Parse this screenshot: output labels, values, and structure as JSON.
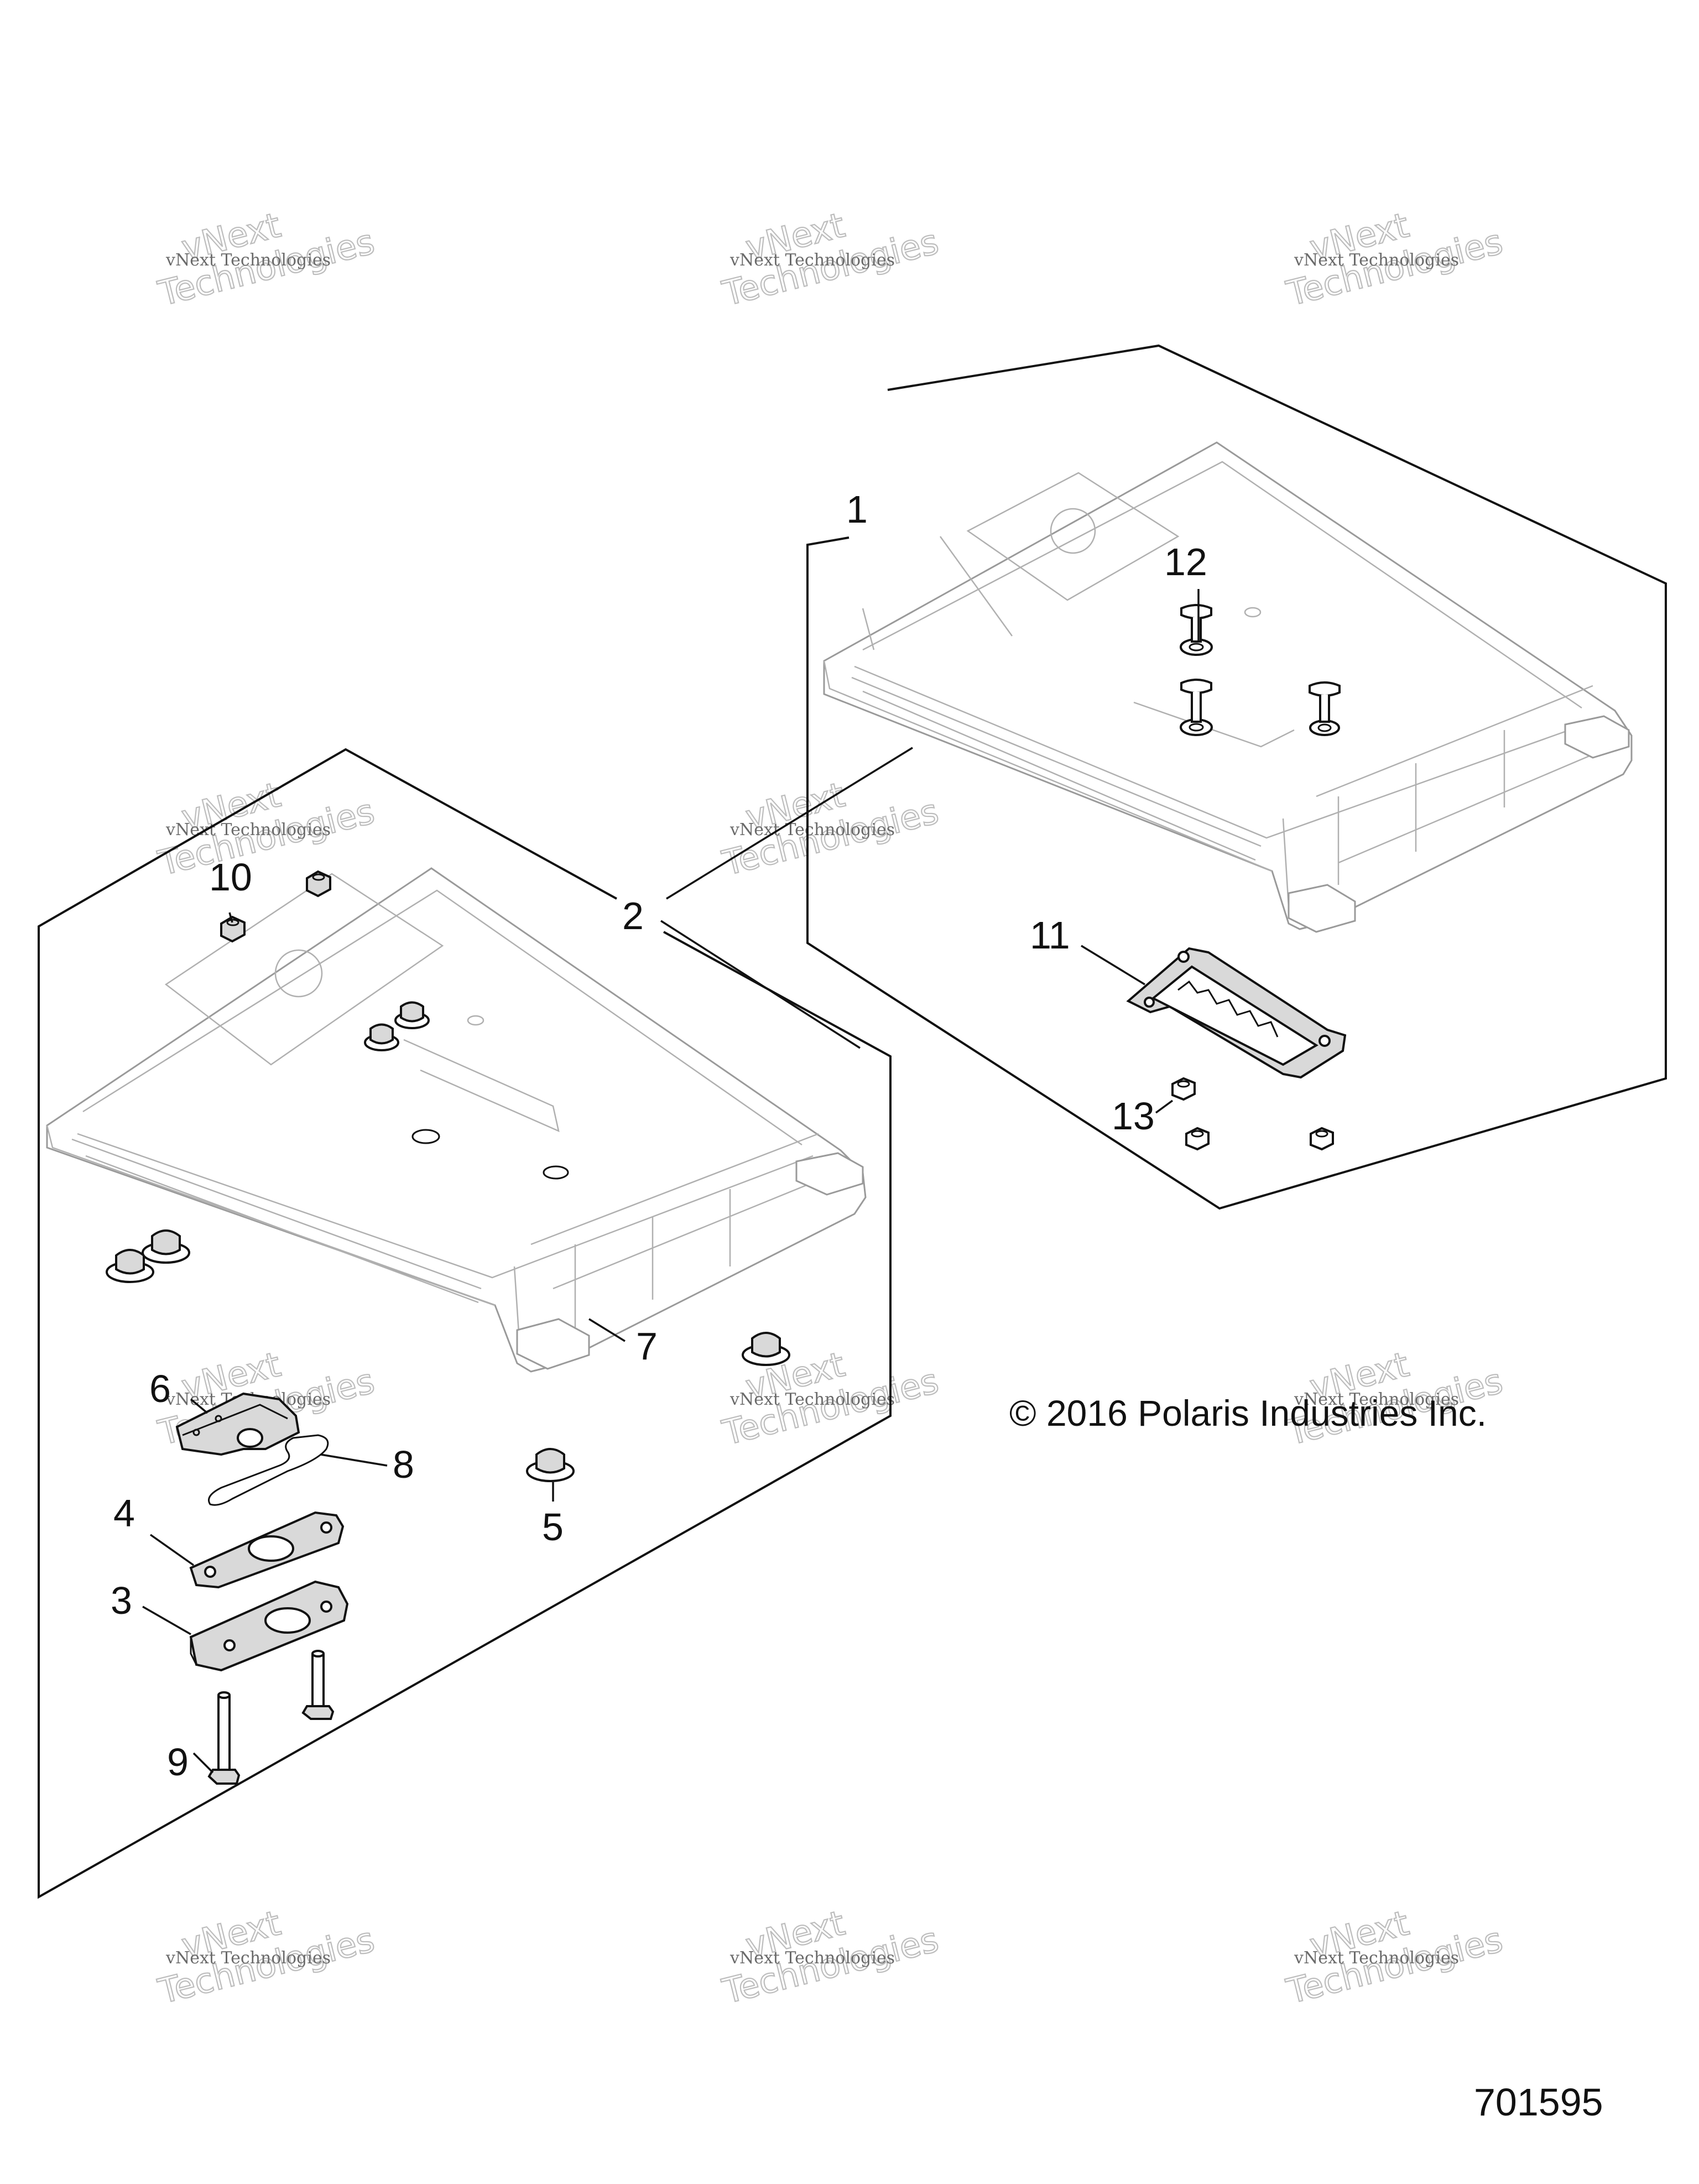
{
  "callouts": {
    "c1": "1",
    "c2": "2",
    "c3": "3",
    "c4": "4",
    "c5": "5",
    "c6": "6",
    "c7": "7",
    "c8": "8",
    "c9": "9",
    "c10": "10",
    "c11": "11",
    "c12": "12",
    "c13": "13"
  },
  "copyright": "© 2016 Polaris Industries Inc.",
  "document_number": "701595",
  "watermark": {
    "small": "vNext Technologies",
    "large_line1": "vNext",
    "large_line2": "Technologies"
  }
}
